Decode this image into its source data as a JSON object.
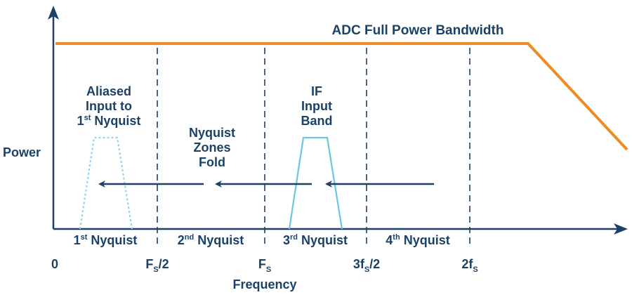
{
  "colors": {
    "axis": "#1c4166",
    "text": "#1c4166",
    "bandwidth": "#f08a24",
    "if_band": "#67c8de",
    "aliased_band": "#8fd6e6",
    "fold_arrows": "#1c4166"
  },
  "axes": {
    "y_label": "Power",
    "x_label": "Frequency"
  },
  "bandwidth_label": "ADC Full Power Bandwidth",
  "frequency_ticks": [
    {
      "id": "zero",
      "main": "0",
      "sub": "",
      "tail": ""
    },
    {
      "id": "fs-half",
      "main": "F",
      "sub": "S",
      "tail": "/2"
    },
    {
      "id": "fs",
      "main": "F",
      "sub": "S",
      "tail": ""
    },
    {
      "id": "three-fs-half",
      "main": "3f",
      "sub": "S",
      "tail": "/2"
    },
    {
      "id": "two-fs",
      "main": "2f",
      "sub": "S",
      "tail": ""
    }
  ],
  "nyquist_zones": [
    {
      "ord": "1",
      "sup": "st",
      "text": " Nyquist"
    },
    {
      "ord": "2",
      "sup": "nd",
      "text": " Nyquist"
    },
    {
      "ord": "3",
      "sup": "rd",
      "text": " Nyquist"
    },
    {
      "ord": "4",
      "sup": "th",
      "text": " Nyquist"
    }
  ],
  "aliased_label": {
    "line1": "Aliased",
    "line2": "Input to",
    "line3_ord": "1",
    "line3_sup": "st",
    "line3_text": " Nyquist"
  },
  "if_label": [
    "IF",
    "Input",
    "Band"
  ],
  "fold_label": [
    "Nyquist",
    "Zones",
    "Fold"
  ]
}
